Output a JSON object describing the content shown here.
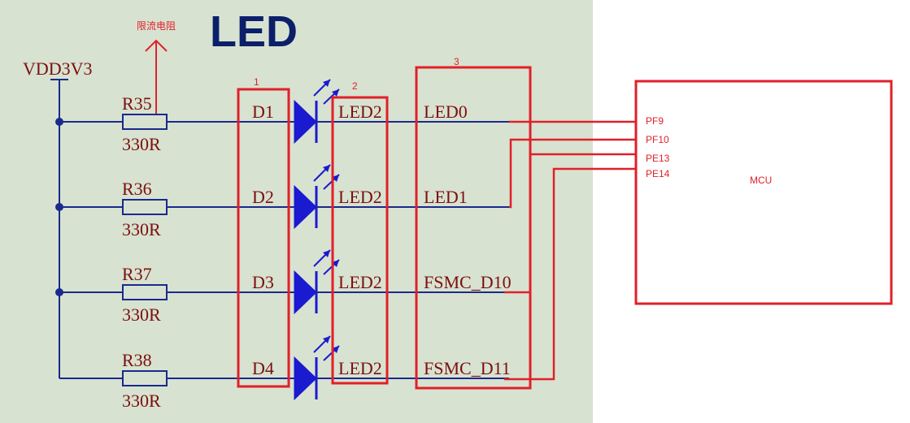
{
  "title": "LED",
  "annotation": "限流电阻",
  "supply_label": "VDD3V3",
  "rows": [
    {
      "resistor": "R35",
      "value": "330R",
      "diode": "D1",
      "part": "LED2",
      "net": "LED0",
      "pin": "PF9"
    },
    {
      "resistor": "R36",
      "value": "330R",
      "diode": "D2",
      "part": "LED2",
      "net": "LED1",
      "pin": "PF10"
    },
    {
      "resistor": "R37",
      "value": "330R",
      "diode": "D3",
      "part": "LED2",
      "net": "FSMC_D10",
      "pin": "PE13"
    },
    {
      "resistor": "R38",
      "value": "330R",
      "diode": "D4",
      "part": "LED2",
      "net": "FSMC_D11",
      "pin": "PE14"
    }
  ],
  "box_numbers": [
    "1",
    "2",
    "3"
  ],
  "mcu_label": "MCU",
  "colors": {
    "panel_bg": "#d8e2d0",
    "wire": "#1a2a8c",
    "diode": "#1a1ad0",
    "text": "#7a1010",
    "title": "#0b1f6b",
    "highlight": "#e0202a"
  }
}
